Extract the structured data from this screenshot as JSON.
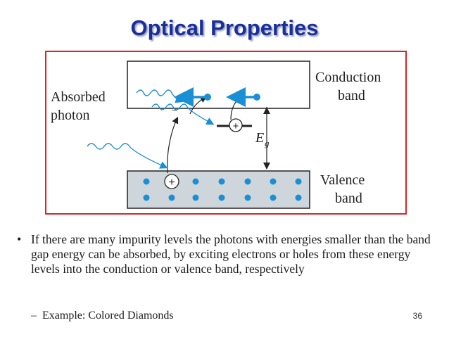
{
  "slide": {
    "title": "Optical Properties",
    "page_number": "36"
  },
  "figure": {
    "labels": {
      "absorbed_line1": "Absorbed",
      "absorbed_line2": "photon",
      "conduction_line1": "Conduction",
      "conduction_line2": "band",
      "valence_line1": "Valence",
      "valence_line2": "band",
      "gap_symbol": "E",
      "gap_subscript": "g",
      "plus_sign": "+",
      "minus_sign": "–"
    },
    "colors": {
      "border": "#d9252a",
      "band_fill": "#cfd6db",
      "electron": "#1b8fd6",
      "arrow": "#1b8fd6",
      "title": "#1a2f9a"
    }
  },
  "text": {
    "bullet": "If there are many impurity levels the photons with energies smaller than the band gap energy can be absorbed, by exciting electrons or holes from these energy levels into the conduction or valence band, respectively",
    "sub_bullet": "Example: Colored Diamonds",
    "sub_dash": "–",
    "bullet_glyph": "•"
  }
}
